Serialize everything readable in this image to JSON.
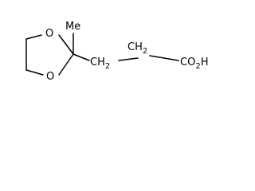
{
  "molecule": {
    "atoms": {
      "methyl": "Me",
      "ring_oxygen_top": "O",
      "ring_oxygen_bottom": "O",
      "ch2_first": "CH",
      "ch2_first_sub": "2",
      "ch2_second": "CH",
      "ch2_second_sub": "2",
      "acid": "CO",
      "acid_sub": "2",
      "acid_h": "H"
    }
  },
  "colors": {
    "ink": "#000000",
    "background": "#ffffff"
  }
}
